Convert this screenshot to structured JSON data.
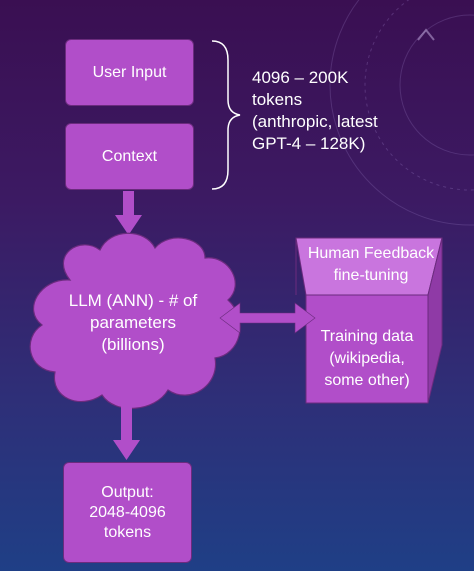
{
  "nodes": {
    "user_input": "User Input",
    "context": "Context",
    "llm": "LLM (ANN) - # of\nparameters\n(billions)",
    "human_feedback": "Human Feedback\nfine-tuning",
    "training_data": "Training data\n(wikipedia,\nsome other)",
    "output": "Output:\n2048-4096\ntokens"
  },
  "annotation": {
    "token_note": "4096 – 200K\ntokens\n(anthropic, latest\nGPT-4 – 128K)"
  },
  "colors": {
    "box_fill": "#b14ec9",
    "box_border": "#6b2b7e",
    "cube_top": "#c975de",
    "cube_side": "#8f3aa6",
    "background_top": "#3a0f52",
    "background_bottom": "#1f3f86"
  }
}
